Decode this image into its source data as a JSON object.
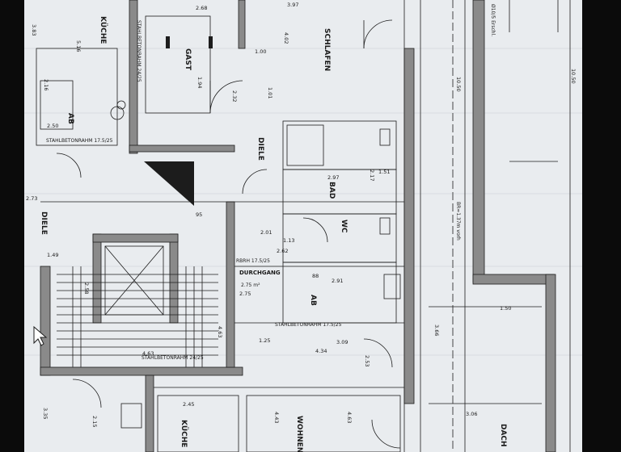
{
  "rooms": {
    "kueche_top": "KÜCHE",
    "gast": "GAST",
    "schlafen": "SCHLAFEN",
    "diele_top": "DIELE",
    "diele_left": "DIELE",
    "bad": "BAD",
    "wc": "WC",
    "ab": "AB",
    "ab_top": "AB",
    "durchgang": "DURCHGANG",
    "wohnen": "WOHNEN/E",
    "kueche_bottom": "KÜCHE",
    "dach": "DACH"
  },
  "labels": {
    "stahlbetonrahm_top": "STAHLBETONRAHM 24/25",
    "stahlbetonrahm_left": "STAHLBETONRAHM 17.5/25",
    "stahlbetonrahm_mid": "STAHLBETONRAHM 17.5/25",
    "stahlbetonrahm_low": "STAHLBETONRAHM 24/25",
    "durchgang_size": "2.75 m²",
    "rbrh": "RBRH 17.5/25",
    "br_note": "BR=1.37m vorh",
    "top_right": "Ø10/5 Erschl."
  },
  "dimensions": {
    "d1": "2.68",
    "d2": "3.97",
    "d3": "1.00",
    "d4": "4.02",
    "d5": "1.94",
    "d6": "2.32",
    "d7": "2.62",
    "d8": "2.97",
    "d9": "2.91",
    "d10": "4.34",
    "d11": "3.09",
    "d12": "2.45",
    "d13": "4.63",
    "d14": "1.50",
    "d15": "3.66",
    "d16": "3.06",
    "d17": "10.50",
    "d18": "10.50",
    "d19": "2.75",
    "d20": "2.73",
    "d21": "2.16",
    "d22": "1.25",
    "d23": "1.51",
    "d24": "4.63",
    "d25": "3.83",
    "d26": "2.50",
    "d27": "1.49",
    "d28": "2.58",
    "d29": "5.16",
    "d30": "3.35",
    "d31": "2.15",
    "d32": "2.01",
    "d33": "1.13",
    "d34": "88",
    "d35": "95",
    "d36": "1.01",
    "d37": "2.17",
    "d38": "4.43",
    "d39": "4.63",
    "d40": "2.53"
  },
  "colors": {
    "paper": "#e9ecef",
    "wall": "#7a7a7a",
    "line": "#1c1c1c",
    "frame": "#0b0b0b"
  }
}
